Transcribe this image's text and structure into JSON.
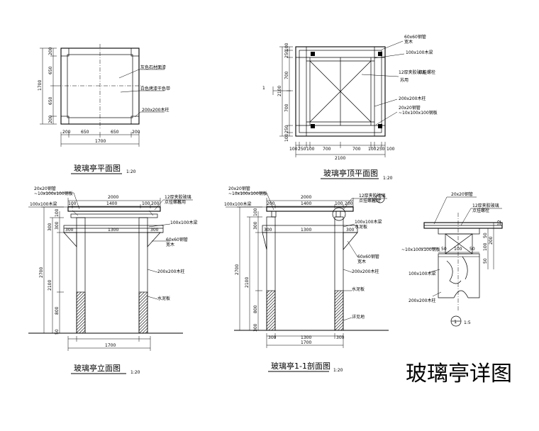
{
  "main_title": "玻璃亭详图",
  "plan": {
    "title": "玻璃亭平面图",
    "scale": "1:20",
    "notes": [
      "灰色石材面漆",
      "白色烤漆干色带",
      "200x200木柱"
    ],
    "dims_h": [
      "200",
      "650",
      "650",
      "200"
    ],
    "dims_h_total": "1700",
    "dims_v": [
      "200",
      "650",
      "650",
      "200"
    ],
    "dims_v_total": "1700"
  },
  "roof": {
    "title": "玻璃亭顶平面图",
    "scale": "1:20",
    "notes": [
      "60x60钢管",
      "宽木",
      "100x100木梁",
      "12厚夹胶玻璃",
      "点挂螺栓",
      "苏用",
      "200x200木柱",
      "20x20钢管",
      "~10x100x100钢板"
    ],
    "dims_h": [
      "100",
      "250",
      "100",
      "700",
      "700",
      "100",
      "250",
      "100"
    ],
    "dims_h_total": "2100",
    "dims_v": [
      "100",
      "250",
      "700",
      "700",
      "250",
      "100"
    ],
    "dims_v_total": "2100",
    "section_mark": "1"
  },
  "elev": {
    "title": "玻璃亭立面图",
    "scale": "1:20",
    "notes_left": [
      "20x20钢管",
      "~10x100x100钢板",
      "100x100木梁"
    ],
    "notes_right": [
      "12厚夹胶玻璃",
      "点挂螺栓",
      "苏用",
      "100x100木梁",
      "60x60钢管",
      "宽木",
      "200x200木柱",
      "水泥板"
    ],
    "dims_top": [
      "2000",
      "100",
      "1400",
      "100",
      "200"
    ],
    "dims_mid": [
      "300",
      "1300",
      "300"
    ],
    "dims_bottom": "1700",
    "dims_v": [
      "2700",
      "2100",
      "800",
      "300",
      "100",
      "300",
      "50"
    ]
  },
  "sect": {
    "title": "玻璃亭1-1剖面图",
    "scale": "1:20",
    "notes_left": [
      "20x20钢管",
      "~10x100x100钢板",
      "100x100木梁"
    ],
    "notes_right": [
      "12厚夹胶玻璃",
      "点挂螺栓",
      "苏用",
      "100x100木梁",
      "水泥板",
      "60x60钢管",
      "宽木",
      "200x200木柱",
      "水泥板",
      "详见地"
    ],
    "dims_top": [
      "2000",
      "200",
      "1400",
      "100",
      "200"
    ],
    "dims_mid": [
      "300",
      "1300",
      "300"
    ],
    "dims_bottom": "1700",
    "dims_v": [
      "2700",
      "2100",
      "800",
      "300",
      "100",
      "300"
    ],
    "detail_mark": "1"
  },
  "detail": {
    "scale": "1:5",
    "mark": "1",
    "notes": [
      "20x20钢管",
      "12厚夹胶玻璃",
      "点挂螺栓",
      "~10x100x100钢板",
      "100x100木梁",
      "200x200木柱"
    ],
    "dims": [
      "50",
      "100",
      "50",
      "50",
      "100",
      "50",
      "200",
      "12"
    ]
  }
}
